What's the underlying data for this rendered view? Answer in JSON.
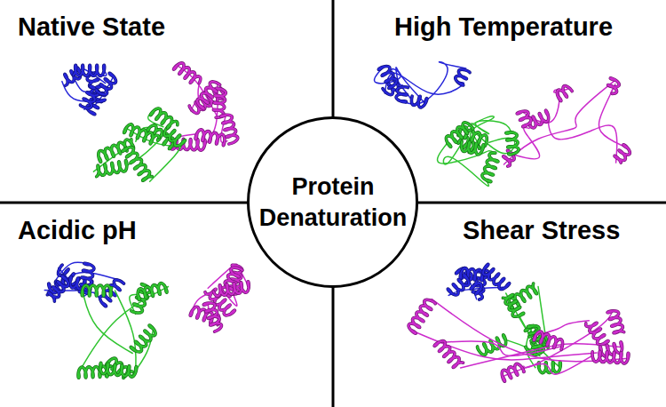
{
  "diagram": {
    "nodes": [
      {
        "text": [
          "Native State"
        ]
      },
      {
        "text": [
          "High Temperature"
        ]
      },
      {
        "text": [
          "Protein Denaturation"
        ]
      },
      {
        "text": [
          "Acidic pH"
        ]
      },
      {
        "text": [
          "Shear Stress"
        ]
      }
    ]
  }
}
